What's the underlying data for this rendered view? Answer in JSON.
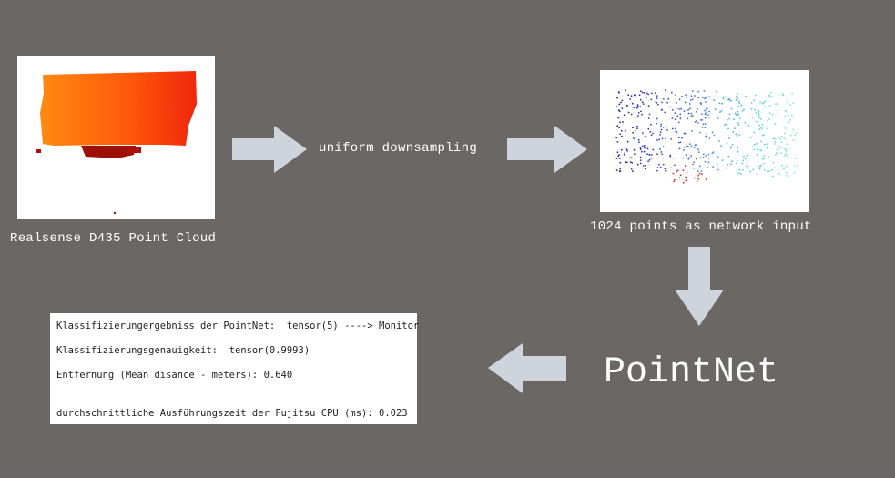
{
  "labels": {
    "source_caption": "Realsense D435 Point Cloud",
    "process_label": "uniform downsampling",
    "network_input_caption": "1024 points as network input",
    "model_name": "PointNet"
  },
  "results": {
    "lines": [
      "Klassifizierungergebniss der PointNet:  tensor(5) ----> Monitor",
      "Klassifizierungsgenauigkeit:  tensor(0.9993)",
      "Entfernung (Mean disance - meters): 0.640",
      "durchschnittliche Ausführungszeit der Fujitsu CPU (ms): 0.023"
    ]
  },
  "colors": {
    "background": "#6b6764",
    "arrow": "#cfd4dc",
    "panel": "#ffffff"
  },
  "icons": {
    "flow_arrows": [
      "arrow-right-icon",
      "arrow-right-icon",
      "arrow-down-icon",
      "arrow-left-icon"
    ]
  }
}
